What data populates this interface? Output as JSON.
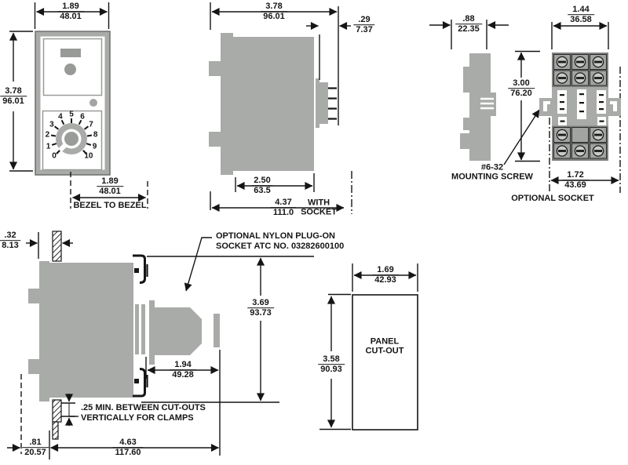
{
  "drawing": {
    "background": "#ffffff",
    "line_color": "#151515",
    "body_gray": "#a9aba8",
    "block_dark_gray": "#7e807d",
    "front_view": {
      "dial_numbers": [
        "0",
        "1",
        "2",
        "3",
        "4",
        "5",
        "6",
        "7",
        "8",
        "9",
        "10"
      ],
      "bezel_caption": "BEZEL TO BEZEL",
      "dims": {
        "width": {
          "in": "1.89",
          "mm": "48.01"
        },
        "height": {
          "in": "3.78",
          "mm": "96.01"
        },
        "bezel_to_bezel": {
          "in": "1.89",
          "mm": "48.01"
        }
      }
    },
    "side_view": {
      "overall_caption_top": "WITH",
      "overall_caption_bottom": "SOCKET",
      "dims": {
        "depth": {
          "in": "3.78",
          "mm": "96.01"
        },
        "pin": {
          "in": ".29",
          "mm": "7.37"
        },
        "case": {
          "in": "2.50",
          "mm": "63.5"
        },
        "overall": {
          "in": "4.37",
          "mm": "111.0"
        }
      }
    },
    "socket": {
      "title": "OPTIONAL SOCKET",
      "screw_note_line1": "#6-32",
      "screw_note_line2": "MOUNTING SCREW",
      "dims": {
        "side_width": {
          "in": ".88",
          "mm": "22.35"
        },
        "height": {
          "in": "3.00",
          "mm": "76.20"
        },
        "front_width": {
          "in": "1.44",
          "mm": "36.58"
        },
        "mount_span": {
          "in": "1.72",
          "mm": "43.69"
        }
      }
    },
    "panel_mount": {
      "plug_note_line1": "OPTIONAL NYLON PLUG-ON",
      "plug_note_line2": "SOCKET ATC NO. 03282600100",
      "clamp_note_line1": ".25 MIN. BETWEEN CUT-OUTS",
      "clamp_note_line2": "VERTICALLY FOR CLAMPS",
      "dims": {
        "panel_thickness": {
          "in": ".32",
          "mm": "8.13"
        },
        "front_clearance": {
          "in": ".81",
          "mm": "20.57"
        },
        "behind_panel": {
          "in": "4.63",
          "mm": "117.60"
        },
        "socket_clearance": {
          "in": "1.94",
          "mm": "49.28"
        },
        "cutout_height": {
          "in": "3.69",
          "mm": "93.73"
        }
      }
    },
    "panel_cutout": {
      "label_line1": "PANEL",
      "label_line2": "CUT-OUT",
      "dims": {
        "width": {
          "in": "1.69",
          "mm": "42.93"
        },
        "height": {
          "in": "3.58",
          "mm": "90.93"
        }
      }
    }
  }
}
